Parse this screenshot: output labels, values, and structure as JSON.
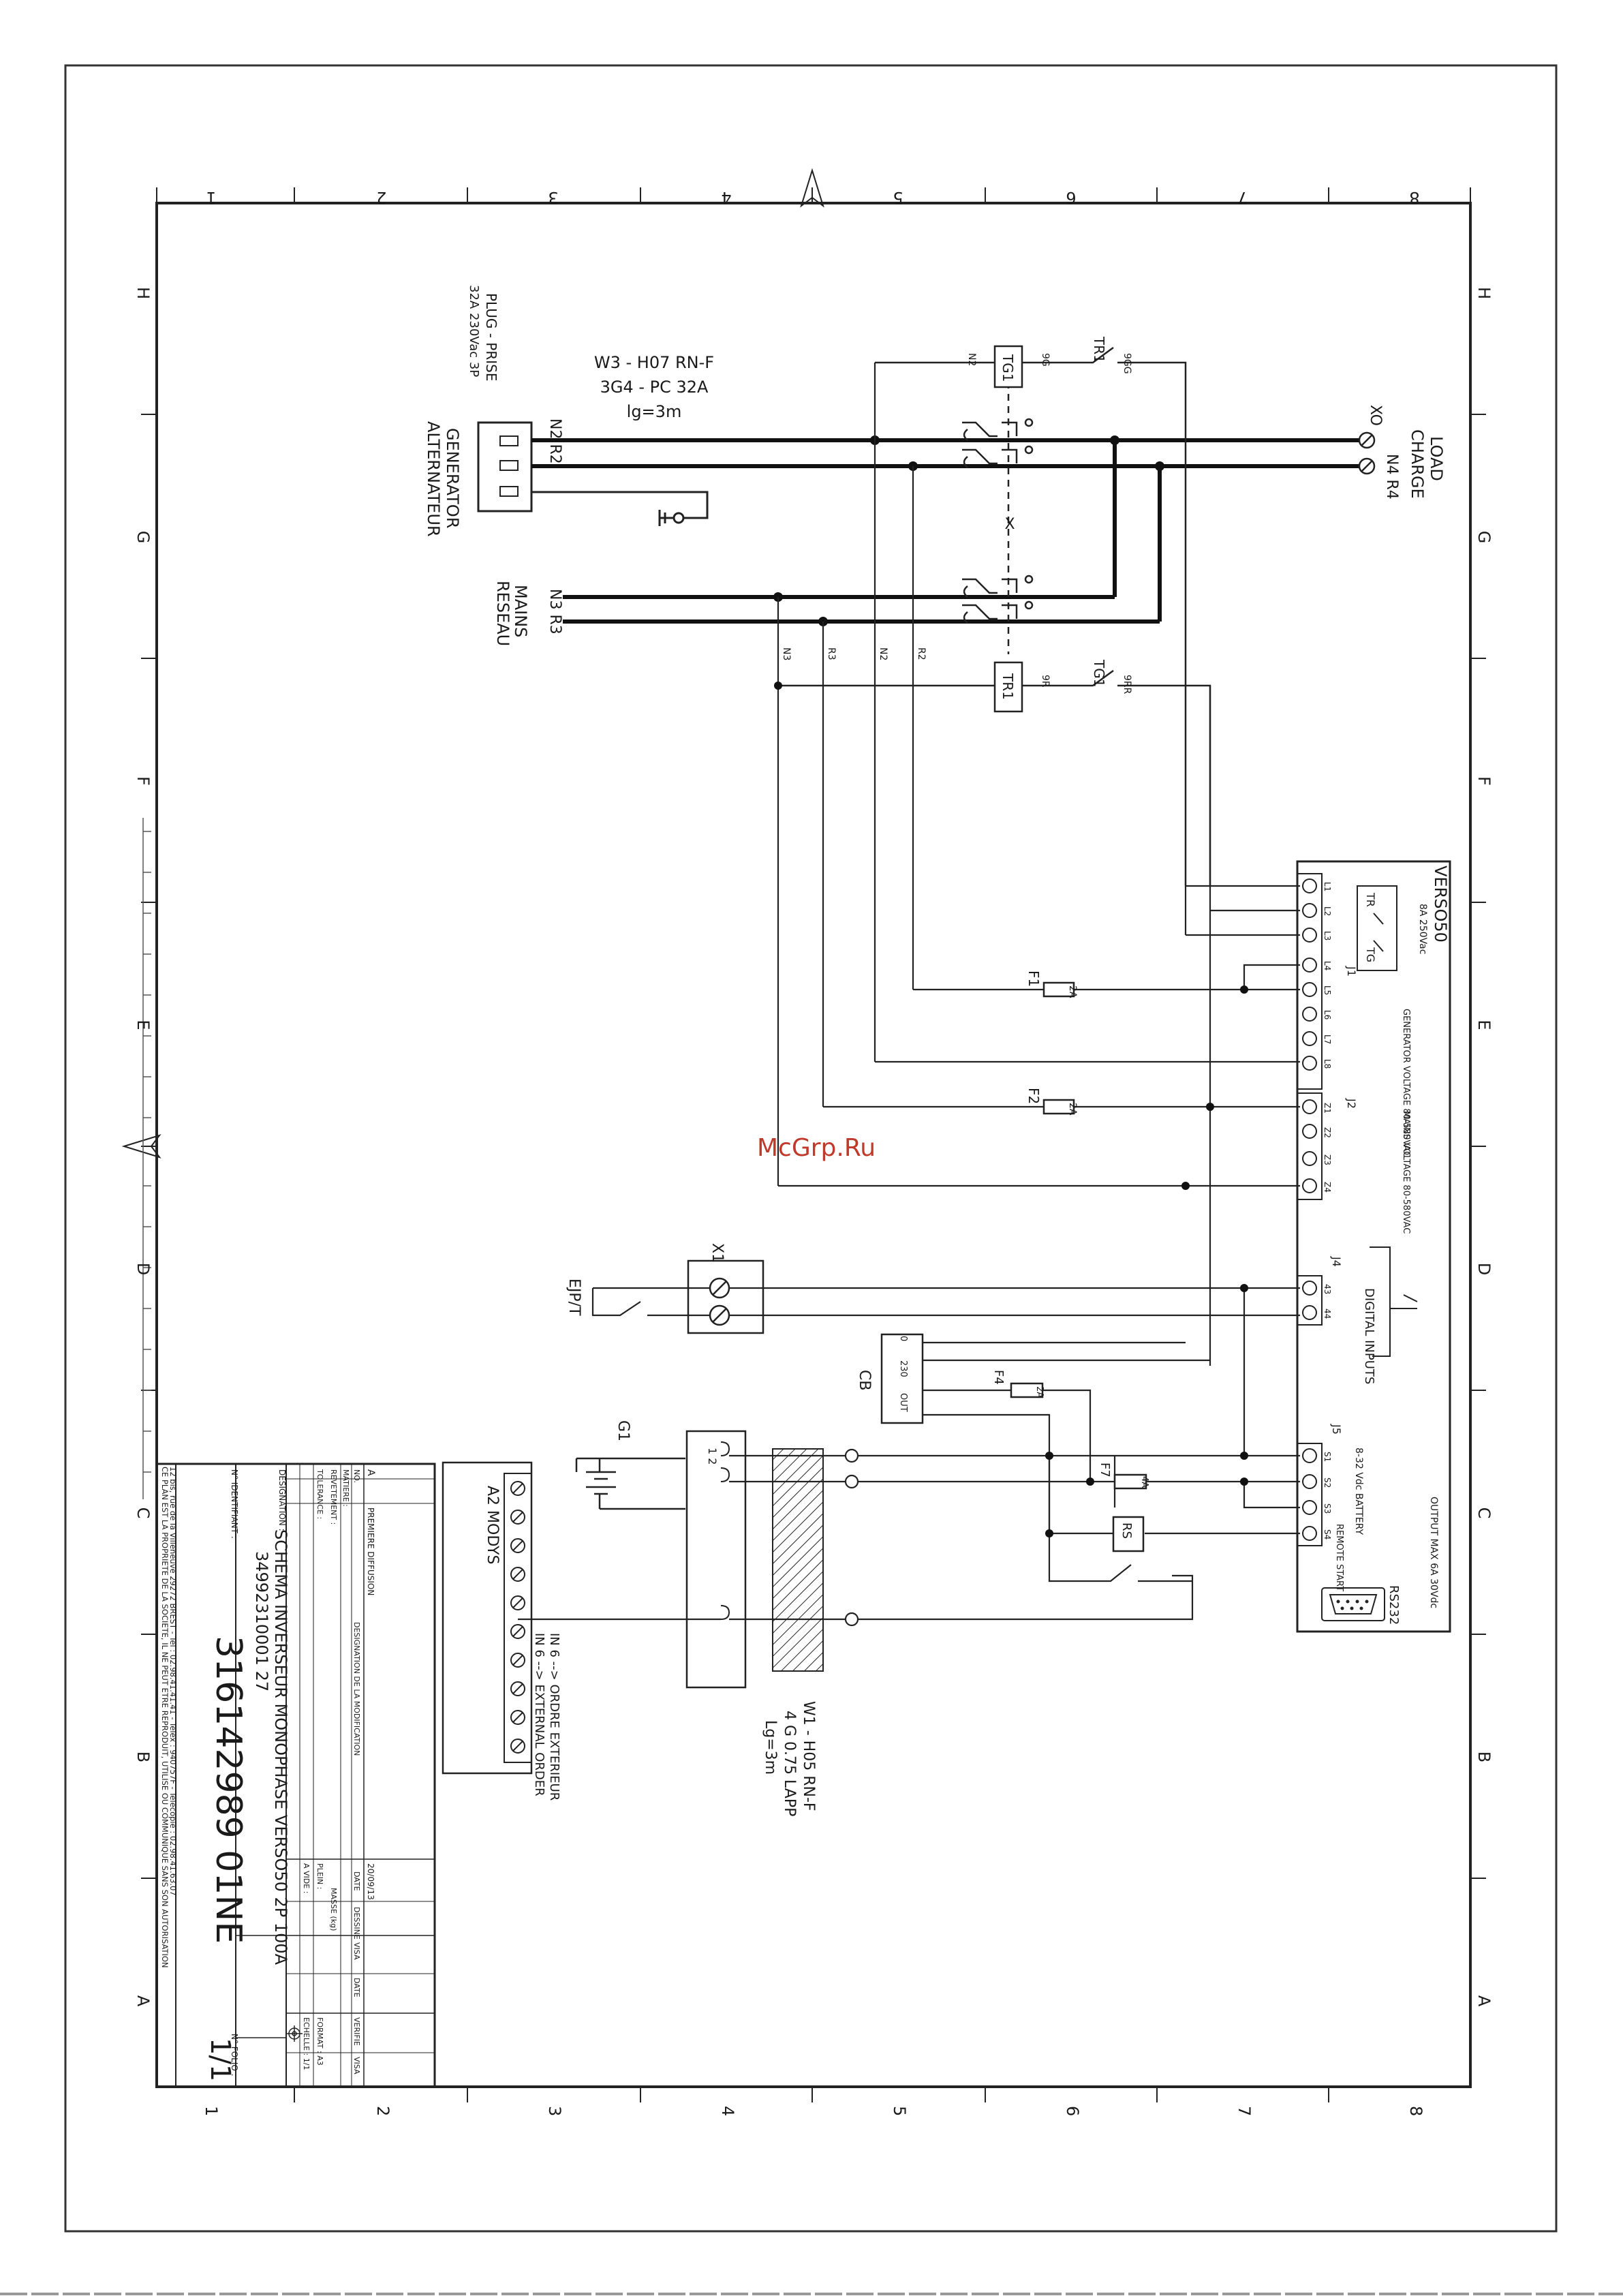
{
  "watermark": "McGrp.Ru",
  "grid": {
    "columns": [
      "1",
      "2",
      "3",
      "4",
      "5",
      "6",
      "7",
      "8"
    ],
    "rows": [
      "H",
      "G",
      "F",
      "E",
      "D",
      "C",
      "B",
      "A"
    ]
  },
  "generator": {
    "plug": "PLUG - PRISE",
    "plug_rating": "32A 230Vac 3P",
    "label_en": "GENERATOR",
    "label_fr": "ALTERNATEUR",
    "terminals": "N2 R2"
  },
  "cable_w3": {
    "name": "W3 - H07 RN-F",
    "spec": "3G4 - PC 32A",
    "length": "lg=3m"
  },
  "mains": {
    "label_en": "MAINS",
    "label_fr": "RESEAU",
    "terminals": "N3 R3"
  },
  "load": {
    "label_en": "LOAD",
    "label_fr": "CHARGE",
    "xo": "XO",
    "terminals": "N4 R4"
  },
  "contactors": {
    "tg1": "TG1",
    "tr1": "TR1",
    "tr1_contact": "TR1",
    "tg1_contact": "TG1",
    "interlock": "X"
  },
  "wires": {
    "n2": "N2",
    "r2": "R2",
    "n3": "N3",
    "r3": "R3",
    "w_9g": "9G",
    "w_9gg": "9GG",
    "w_9r": "9R",
    "w_9rr": "9RR"
  },
  "controller": {
    "name": "VERSO50",
    "rating": "8A 250Vac",
    "j1": "J1",
    "j2": "J2",
    "j4": "J4",
    "j5": "J5",
    "tr": "TR",
    "tg": "TG",
    "gen_voltage": "GENERATOR VOLTAGE 80-580VAC",
    "mains_voltage": "MAINS VOLTAGE 80-580VAC",
    "digital_inputs": "DIGITAL INPUTS",
    "battery": "8-32 Vdc BATTERY",
    "output": "OUTPUT MAX 6A 30Vdc",
    "remote_start": "REMOTE START",
    "rs232": "RS232",
    "j1_pins": [
      "L1",
      "L2",
      "L3",
      "L4",
      "L5",
      "L6",
      "L7",
      "L8"
    ],
    "j2_pins": [
      "Z1",
      "Z2",
      "Z3",
      "Z4"
    ],
    "j4_pins": [
      "43",
      "44"
    ],
    "j5_pins": [
      "S1",
      "S2",
      "S3",
      "S4"
    ]
  },
  "fuses": {
    "f1": "F1",
    "f1_rating": "2A",
    "f2": "F2",
    "f2_rating": "2A",
    "f4": "F4",
    "f4_rating": "2A",
    "f7": "F7",
    "f7_rating": "4A"
  },
  "x1": {
    "label": "X1",
    "ext": "EJP/T"
  },
  "cb": {
    "label": "CB",
    "pins": [
      "0",
      "230",
      "OUT"
    ]
  },
  "battery": {
    "label": "G1"
  },
  "rs": {
    "label": "RS"
  },
  "cable_w1": {
    "name": "W1 - H05 RN-F",
    "spec": "4 G 0.75 LAPP",
    "length": "Lg=3m"
  },
  "modys": {
    "label": "A2 MODYS",
    "in6_fr": "IN 6 --> ORDRE EXTERIEUR",
    "in6_en": "IN 6 --> EXTERNAL ORDER"
  },
  "title_block": {
    "rev_letter": "A",
    "rev_desc": "PREMIERE DIFFUSION",
    "rev_date": "20/09/13",
    "col_no": "NO.",
    "col_desc": "DESIGNATION DE LA MODIFICATION",
    "col_date": "DATE",
    "col_drawn": "DESSINE",
    "col_checked": "VERIFIE",
    "drawn_by": "VISA",
    "date_label": "DATE",
    "visa": "VISA",
    "matiere": "MATIERE :",
    "revetement": "REVETEMENT :",
    "tolerance": "TOLERANCE :",
    "masse": "MASSE (kg)",
    "format": "FORMAT : A3",
    "echelle": "ECHELLE : 1/1",
    "plein": "PLEIN :",
    "a_vide": "A VIDE :",
    "designation_label": "DESIGNATION :",
    "designation": "SCHEMA INVERSEUR MONOPHASE VERSO50 2P 100A",
    "code": "34992310001 27",
    "identifiant_label": "N° IDENTIFIANT :",
    "identifiant": "316142989 01NE",
    "folio_label": "N° FOLIO :",
    "folio": "1/1",
    "address": "12 bis, rue de la Villeneuve 29272 BREST - Tel : 02.98.41.41.41 - Telex : 940757F - Telecopie : 02.98.41.63.07",
    "copyright": "CE PLAN EST LA PROPRIETE DE LA SOCIETE, IL NE PEUT ETRE REPRODUIT, UTILISE OU COMMUNIQUE SANS SON AUTORISATION"
  }
}
